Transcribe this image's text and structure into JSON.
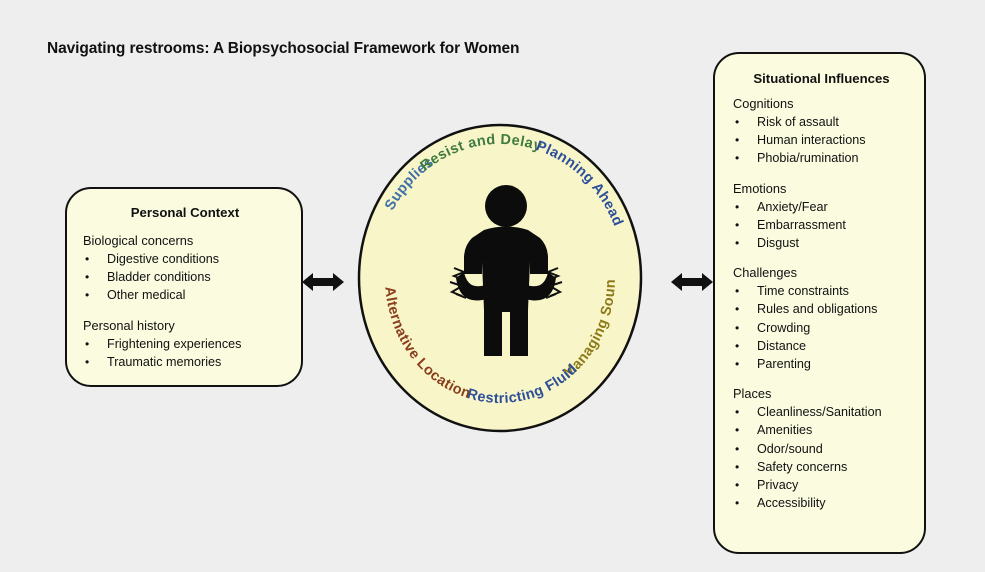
{
  "title": "Navigating restrooms: A Biopsychosocial Framework for Women",
  "personal_context": {
    "title": "Personal Context",
    "sections": [
      {
        "heading": "Biological concerns",
        "items": [
          "Digestive conditions",
          "Bladder conditions",
          "Other medical"
        ]
      },
      {
        "heading": "Personal history",
        "items": [
          "Frightening experiences",
          "Traumatic memories"
        ]
      }
    ]
  },
  "situational_influences": {
    "title": "Situational Influences",
    "sections": [
      {
        "heading": "Cognitions",
        "items": [
          "Risk of assault",
          "Human interactions",
          "Phobia/rumination"
        ]
      },
      {
        "heading": "Emotions",
        "items": [
          "Anxiety/Fear",
          "Embarrassment",
          "Disgust"
        ]
      },
      {
        "heading": "Challenges",
        "items": [
          "Time constraints",
          "Rules and obligations",
          "Crowding",
          "Distance",
          "Parenting"
        ]
      },
      {
        "heading": "Places",
        "items": [
          "Cleanliness/Sanitation",
          "Amenities",
          "Odor/sound",
          "Safety concerns",
          "Privacy",
          "Accessibility"
        ]
      }
    ]
  },
  "strategies": [
    {
      "label": "Resist and Delay",
      "color": "#3f7a40"
    },
    {
      "label": "Planning Ahead",
      "color": "#2d4f9a"
    },
    {
      "label": "Managing Sounds",
      "color": "#8c7a1a"
    },
    {
      "label": "Restricting Fluid",
      "color": "#2d4f9a"
    },
    {
      "label": "Alternative Location",
      "color": "#8a3d1c"
    },
    {
      "label": "Supplies",
      "color": "#3f6fa8"
    }
  ],
  "figure_icon": "person-holding-abdomen-icon",
  "colors": {
    "box_fill": "#fbfbe0",
    "circle_fill": "#f8f6c8",
    "outline": "#111111",
    "background": "#eeeeee"
  }
}
